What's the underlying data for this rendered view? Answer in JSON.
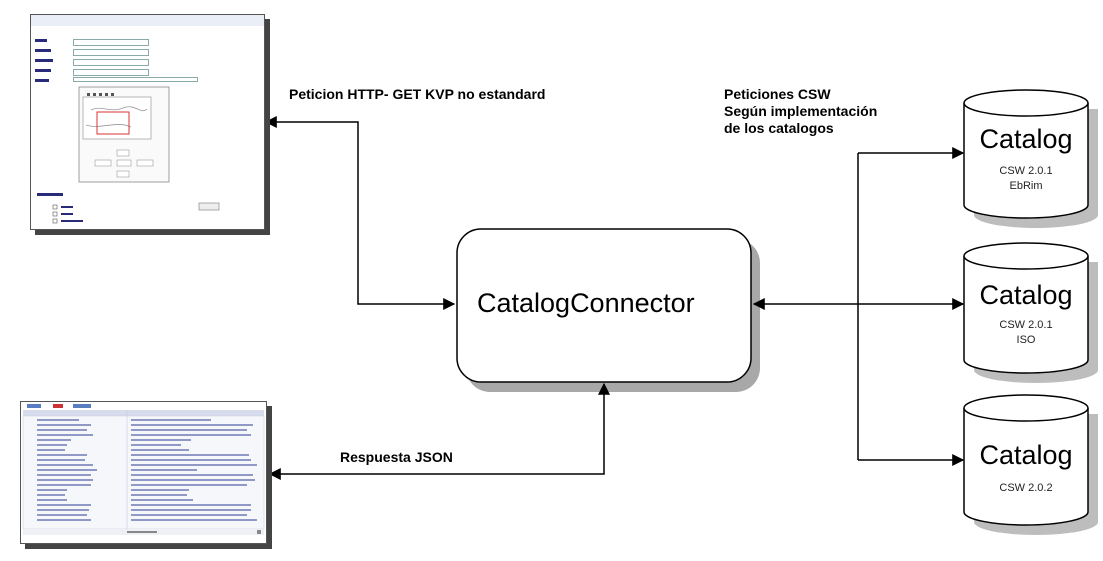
{
  "http_request_label": "Peticion  HTTP- GET KVP no estandard",
  "csw_requests_label": [
    "Peticiones CSW",
    "Según implementación",
    "de los catalogos"
  ],
  "json_response_label": "Respuesta JSON",
  "connector_label": "CatalogConnector",
  "catalogs": [
    {
      "title": "Catalog",
      "lines": [
        "CSW 2.0.1",
        "EbRim"
      ]
    },
    {
      "title": "Catalog",
      "lines": [
        "CSW 2.0.1",
        "ISO"
      ]
    },
    {
      "title": "Catalog",
      "lines": [
        "CSW 2.0.2"
      ]
    }
  ],
  "colors": {
    "line": "#000000",
    "cylinder_shadow": "#bdbdbd",
    "box_shadow": "#9a9a9a"
  }
}
